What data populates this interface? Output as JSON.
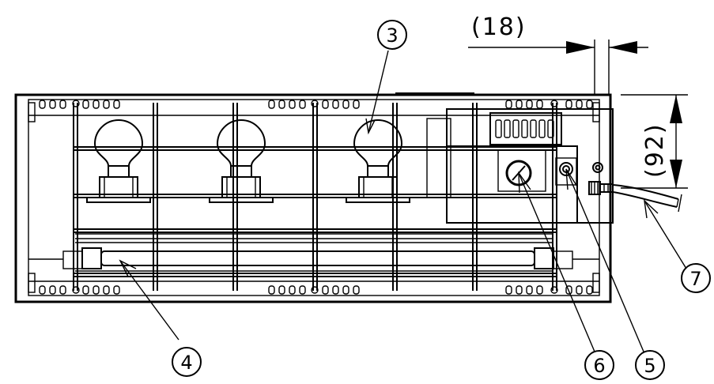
{
  "dimensions": {
    "width_label": "(18)",
    "height_label": "(92)"
  },
  "callouts": [
    {
      "id": "lamp",
      "number": "3"
    },
    {
      "id": "tube",
      "number": "4"
    },
    {
      "id": "switch",
      "number": "5"
    },
    {
      "id": "thermostat-knob",
      "number": "6"
    },
    {
      "id": "power-cord",
      "number": "7"
    }
  ]
}
